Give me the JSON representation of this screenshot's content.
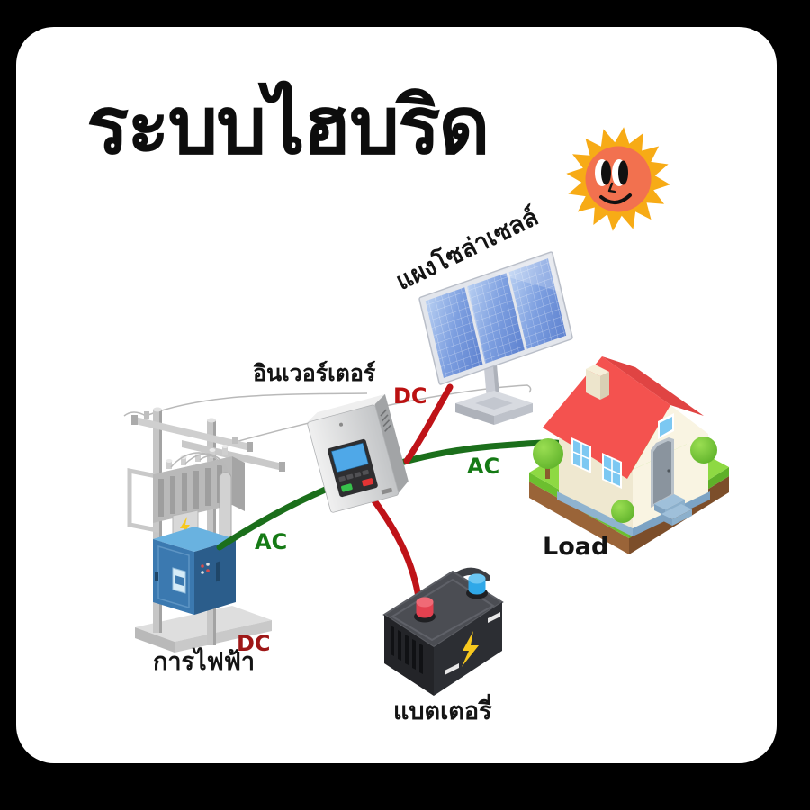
{
  "title": "ระบบไฮบริด",
  "nodes": {
    "solar_panel": {
      "label": "แผงโซล่าเซลล์"
    },
    "inverter": {
      "label": "อินเวอร์เตอร์"
    },
    "grid": {
      "label": "การไฟฟ้า"
    },
    "battery": {
      "label": "แบตเตอรี่"
    },
    "load": {
      "label": "Load"
    }
  },
  "line_labels": {
    "dc_solar": "DC",
    "dc_grid": "DC",
    "ac_grid": "AC",
    "ac_load": "AC"
  },
  "connections": [
    {
      "id": "solar-to-inverter",
      "type": "DC"
    },
    {
      "id": "inverter-to-battery",
      "type": "DC"
    },
    {
      "id": "grid-to-inverter",
      "type": "AC"
    },
    {
      "id": "inverter-to-load",
      "type": "AC"
    }
  ],
  "colors": {
    "page_bg": "#000000",
    "card_bg": "#ffffff",
    "title_text": "#0d0d0d",
    "label_text": "#141414",
    "ac_line": "#1b6f1b",
    "ac_text": "#157a15",
    "dc_line": "#bf1318",
    "dc_line_dark": "#7a0f0f",
    "dc_solar_text": "#bb1111",
    "dc_grid_text": "#9e1717",
    "sun_rays": "#f7ab16",
    "sun_face": "#f2714f",
    "panel_blue_light": "#aac6f0",
    "panel_blue_dark": "#5d81cf",
    "roof_red": "#f4524f",
    "roof_red_dark": "#e04443",
    "wall_cream": "#f9f4e2",
    "grass_green": "#8ed943",
    "dirt_brown": "#9a6438",
    "battery_dark": "#2c2e33",
    "terminal_red": "#e34150",
    "terminal_blue": "#2fa8e8",
    "bolt_yellow": "#f7c81e",
    "inverter_gray": "#d9d9d9",
    "pole_gray": "#c6c6c6",
    "meter_blue": "#3b79b0",
    "screen_blue": "#4fa8e8"
  }
}
